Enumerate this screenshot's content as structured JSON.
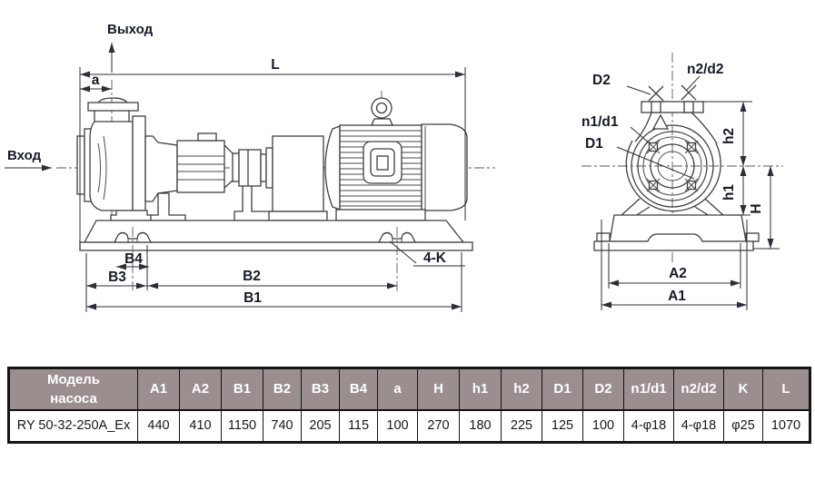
{
  "page": {
    "background": "#ffffff"
  },
  "diagram": {
    "side_view": {
      "outlet_label": "Выход",
      "inlet_label": "Вход",
      "dim_L": "L",
      "dim_a": "a",
      "dim_B4": "B4",
      "dim_B3": "B3",
      "dim_B2": "B2",
      "dim_B1": "B1",
      "anchor_callout": "4-K"
    },
    "end_view": {
      "dim_D2": "D2",
      "dim_n2d2": "n2/d2",
      "dim_n1d1": "n1/d1",
      "dim_D1": "D1",
      "dim_h2": "h2",
      "dim_h1": "h1",
      "dim_H": "H",
      "dim_A2": "A2",
      "dim_A1": "A1"
    }
  },
  "table": {
    "header_bg": "#9b8e8e",
    "border_color": "#141414",
    "columns": [
      "Модель\nнасоса",
      "A1",
      "A2",
      "B1",
      "B2",
      "B3",
      "B4",
      "a",
      "H",
      "h1",
      "h2",
      "D1",
      "D2",
      "n1/d1",
      "n2/d2",
      "K",
      "L"
    ],
    "rows": [
      [
        "RY 50-32-250A_Ex",
        "440",
        "410",
        "1150",
        "740",
        "205",
        "115",
        "100",
        "270",
        "180",
        "225",
        "125",
        "100",
        "4-φ18",
        "4-φ18",
        "φ25",
        "1070"
      ]
    ]
  }
}
